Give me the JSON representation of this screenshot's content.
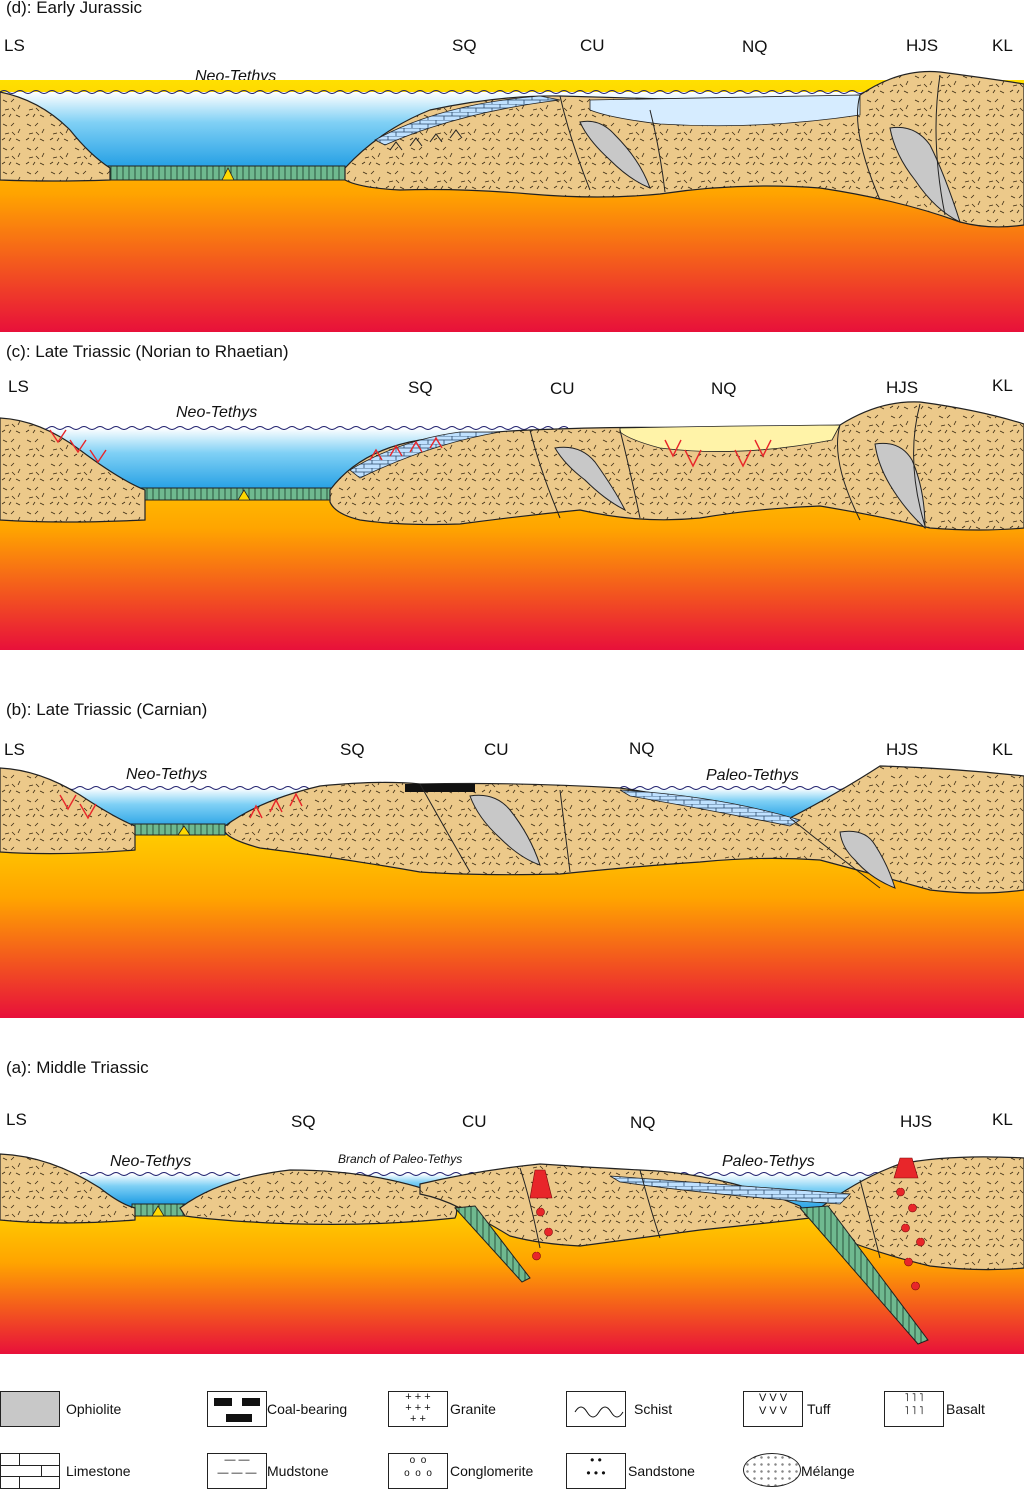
{
  "panels": [
    {
      "title": "(d): Early Jurassic",
      "labels": [
        "LS",
        "SQ",
        "CU",
        "NQ",
        "HJS",
        "KL"
      ],
      "oceans": [
        "Neo-Tethys"
      ]
    },
    {
      "title": "(c): Late Triassic (Norian to Rhaetian)",
      "labels": [
        "LS",
        "SQ",
        "CU",
        "NQ",
        "HJS",
        "KL"
      ],
      "oceans": [
        "Neo-Tethys"
      ]
    },
    {
      "title": "(b): Late Triassic (Carnian)",
      "labels": [
        "LS",
        "SQ",
        "CU",
        "NQ",
        "HJS",
        "KL"
      ],
      "oceans": [
        "Neo-Tethys",
        "Paleo-Tethys"
      ]
    },
    {
      "title": "(a): Middle Triassic",
      "labels": [
        "LS",
        "SQ",
        "CU",
        "NQ",
        "HJS",
        "KL"
      ],
      "oceans": [
        "Neo-Tethys",
        "Branch of Paleo-Tethys",
        "Paleo-Tethys"
      ]
    }
  ],
  "legend": [
    {
      "label": "Ophiolite",
      "icon": "ophiolite-swatch"
    },
    {
      "label": "Coal-bearing",
      "icon": "coal-swatch"
    },
    {
      "label": "Granite",
      "icon": "granite-swatch"
    },
    {
      "label": "Schist",
      "icon": "schist-swatch"
    },
    {
      "label": "Tuff",
      "icon": "tuff-swatch"
    },
    {
      "label": "Basalt",
      "icon": "basalt-swatch"
    },
    {
      "label": "Limestone",
      "icon": "limestone-swatch"
    },
    {
      "label": "Mudstone",
      "icon": "mudstone-swatch"
    },
    {
      "label": "Conglomerite",
      "icon": "conglomerite-swatch"
    },
    {
      "label": "Sandstone",
      "icon": "sandstone-swatch"
    },
    {
      "label": "Mélange",
      "icon": "melange-swatch"
    }
  ],
  "colors": {
    "crust": "#ecc98a",
    "ocean": "#1aa3e8",
    "mantle_top": "#ffd800",
    "mantle_bottom": "#e8103a",
    "ophiolite": "#c8c8c8",
    "oceanic_crust": "#6fb98f",
    "fault_red": "#e8262a"
  }
}
